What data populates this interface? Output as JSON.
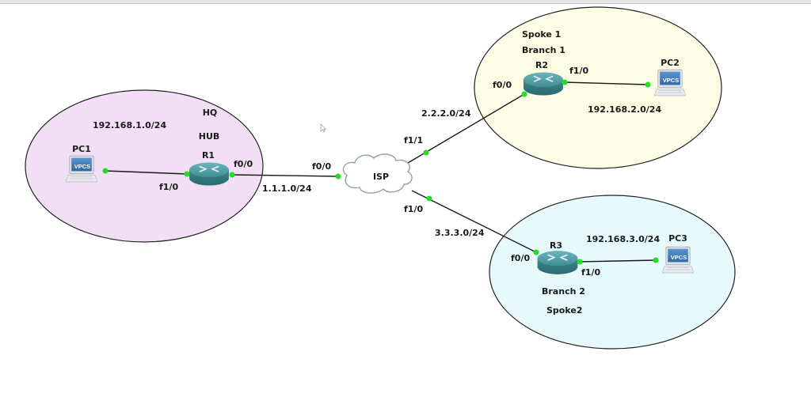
{
  "zones": [
    {
      "id": "hq",
      "fill": "#f2dff5",
      "labels": [
        "HQ",
        "HUB"
      ],
      "subnet": "192.168.1.0/24"
    },
    {
      "id": "branch1",
      "fill": "#fdfde6",
      "labels": [
        "Spoke 1",
        "Branch 1"
      ],
      "subnet": "192.168.2.0/24"
    },
    {
      "id": "branch2",
      "fill": "#e6fafb",
      "labels": [
        "Branch 2",
        "Spoke2"
      ],
      "subnet": "192.168.3.0/24"
    }
  ],
  "routers": [
    {
      "id": "r1",
      "name": "R1"
    },
    {
      "id": "r2",
      "name": "R2"
    },
    {
      "id": "r3",
      "name": "R3"
    }
  ],
  "pcs": [
    {
      "id": "pc1",
      "name": "PC1",
      "screen_text": "VPCS"
    },
    {
      "id": "pc2",
      "name": "PC2",
      "screen_text": "VPCS"
    },
    {
      "id": "pc3",
      "name": "PC3",
      "screen_text": "VPCS"
    }
  ],
  "cloud": {
    "name": "ISP"
  },
  "links": [
    {
      "from": "PC1",
      "to": "R1",
      "to_if": "f1/0"
    },
    {
      "from": "R1",
      "from_if": "f0/0",
      "to": "ISP",
      "to_if": "f0/0",
      "subnet": "1.1.1.0/24"
    },
    {
      "from": "ISP",
      "from_if": "f1/1",
      "to": "R2",
      "to_if": "f0/0",
      "subnet": "2.2.2.0/24"
    },
    {
      "from": "R2",
      "from_if": "f1/0",
      "to": "PC2"
    },
    {
      "from": "ISP",
      "from_if": "f1/0",
      "to": "R3",
      "to_if": "f0/0",
      "subnet": "3.3.3.0/24"
    },
    {
      "from": "R3",
      "from_if": "f1/0",
      "to": "PC3"
    }
  ],
  "colors": {
    "link": "#1a1a1a",
    "port": "#22dd22",
    "router_body": "#3f8e93",
    "router_top": "#5eaab0",
    "vpcs_screen": "#3b78b8"
  }
}
